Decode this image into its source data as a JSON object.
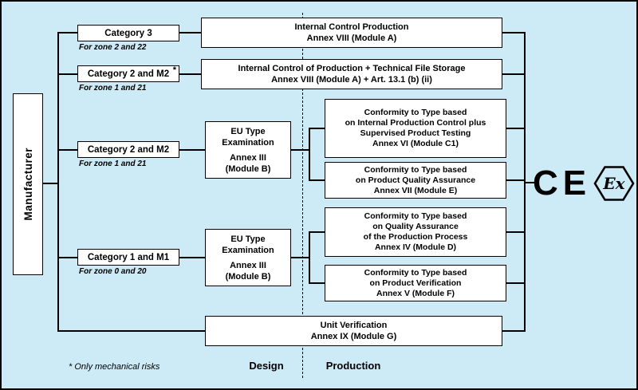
{
  "colors": {
    "background": "#cdeaf7",
    "box_fill": "#ffffff",
    "stroke": "#000000"
  },
  "manufacturer": {
    "label": "Manufacturer"
  },
  "categories": [
    {
      "label": "Category 3",
      "note": "For zone 2 and 22",
      "asterisk": ""
    },
    {
      "label": "Category 2 and  M2",
      "note": "For zone 1 and 21",
      "asterisk": "*"
    },
    {
      "label": "Category 2 and  M2",
      "note": "For zone 1 and 21",
      "asterisk": ""
    },
    {
      "label": "Category 1 and  M1",
      "note": "For zone 0 and 20",
      "asterisk": ""
    }
  ],
  "nodes": {
    "module_a": {
      "line1": "Internal Control Production",
      "line2": "Annex VIII (Module A)"
    },
    "module_a_tfs": {
      "line1": "Internal Control of Production + Technical File Storage",
      "line2": "Annex VIII (Module A) + Art. 13.1 (b) (ii)"
    },
    "eu_type_exam_upper": {
      "line1": "EU Type",
      "line2": "Examination",
      "line3": "Annex  III",
      "line4": "(Module B)"
    },
    "eu_type_exam_lower": {
      "line1": "EU Type",
      "line2": "Examination",
      "line3": "Annex  III",
      "line4": "(Module B)"
    },
    "module_c1": {
      "line1": "Conformity to Type based",
      "line2": "on Internal Production Control plus",
      "line3": "Supervised Product Testing",
      "line4": "Annex  VI (Module C1)"
    },
    "module_e": {
      "line1": "Conformity to Type based",
      "line2": "on Product Quality Assurance",
      "line3": "Annex  VII (Module E)"
    },
    "module_d": {
      "line1": "Conformity to Type based",
      "line2": "on Quality Assurance",
      "line3": "of the Production Process",
      "line4": "Annex  IV (Module D)"
    },
    "module_f": {
      "line1": "Conformity to Type based",
      "line2": "on Product Verification",
      "line3": "Annex  V (Module F)"
    },
    "module_g": {
      "line1": "Unit Verification",
      "line2": "Annex IX (Module G)"
    }
  },
  "marks": {
    "ce": "CE",
    "ex": "Ex"
  },
  "footer": {
    "mechanical_note": "* Only mechanical  risks",
    "design": "Design",
    "production": "Production"
  }
}
